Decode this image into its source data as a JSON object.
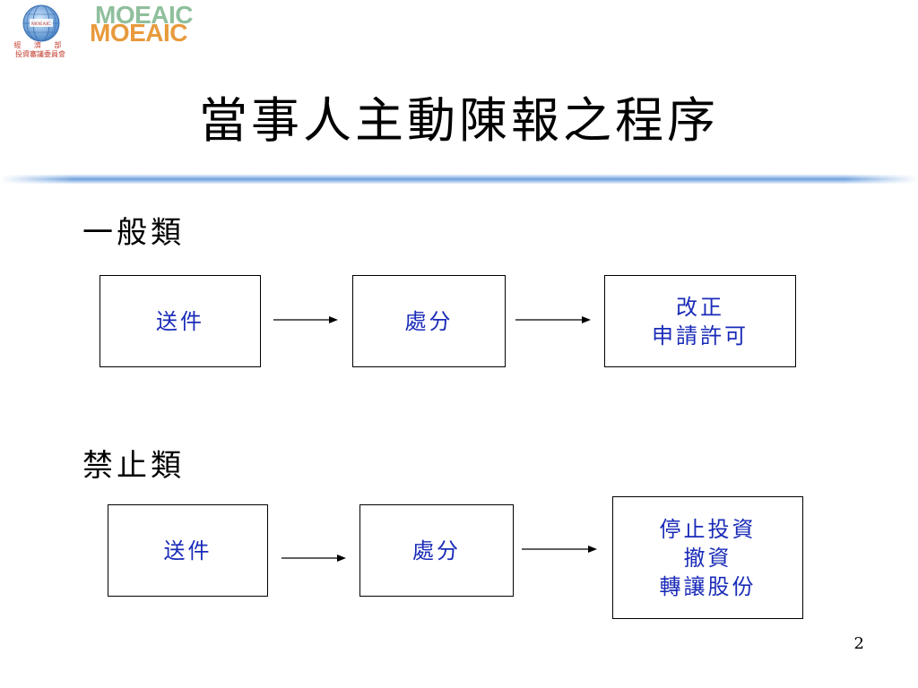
{
  "logo": {
    "org_line1": "經 濟 部",
    "org_line2": "投資審議委員會",
    "wordmark": "MOEAIC",
    "globe_label": "MOEAIC",
    "colors": {
      "globe": "#4a86c8",
      "org_text": "#c0392b",
      "wordmark_front": "#e89a3c",
      "wordmark_back": "#8fbf9c"
    }
  },
  "slide": {
    "title": "當事人主動陳報之程序",
    "page_number": "2",
    "text_color": "#1a2bb8",
    "rule_color": "#6fa0dc"
  },
  "sections": [
    {
      "heading": "一般類",
      "steps": [
        {
          "label": "送件"
        },
        {
          "label": "處分"
        },
        {
          "label": "改正\n申請許可"
        }
      ]
    },
    {
      "heading": "禁止類",
      "steps": [
        {
          "label": "送件"
        },
        {
          "label": "處分"
        },
        {
          "label": "停止投資\n撤資\n轉讓股份"
        }
      ]
    }
  ]
}
